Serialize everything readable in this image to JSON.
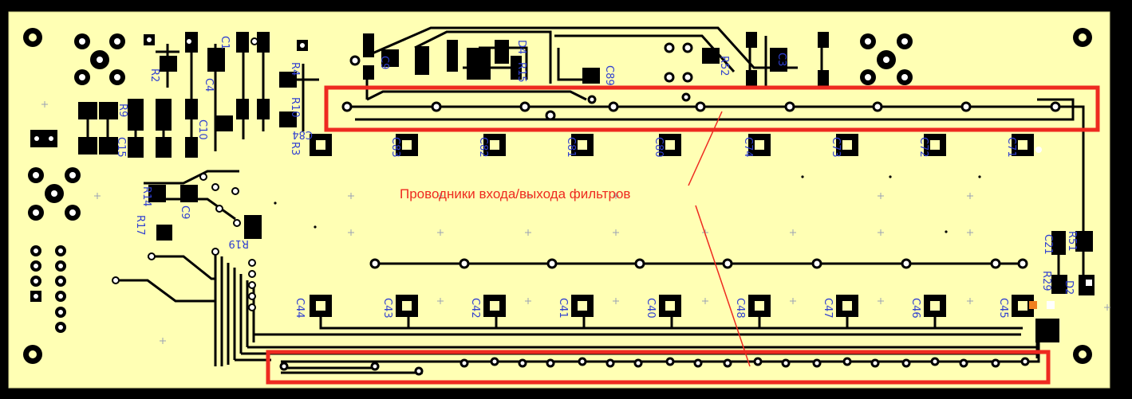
{
  "annotation": {
    "text": "Проводники входа/выхода фильтров",
    "color": "#ee2a20"
  },
  "colors": {
    "board": "#ffffb4",
    "outline": "#000000",
    "trace": "#000000",
    "pad": "#ffffff",
    "silk": "#2f3fd0",
    "highlight": "#ee2a20",
    "background": "#000000"
  },
  "component_labels": {
    "top_row": [
      "C84",
      "C83",
      "C82",
      "C81",
      "C80",
      "C74",
      "C73",
      "C72",
      "C71"
    ],
    "bottom_row": [
      "C44",
      "C43",
      "C42",
      "C41",
      "C40",
      "C48",
      "C47",
      "C46",
      "C45"
    ],
    "misc": [
      "R2",
      "C1",
      "C4",
      "R4",
      "R10",
      "R3",
      "C10",
      "R9",
      "C15",
      "R17",
      "R14",
      "C9",
      "R19",
      "C9",
      "D4",
      "R15",
      "C89",
      "R52",
      "C3",
      "R51",
      "C21",
      "R29",
      "D2"
    ]
  }
}
